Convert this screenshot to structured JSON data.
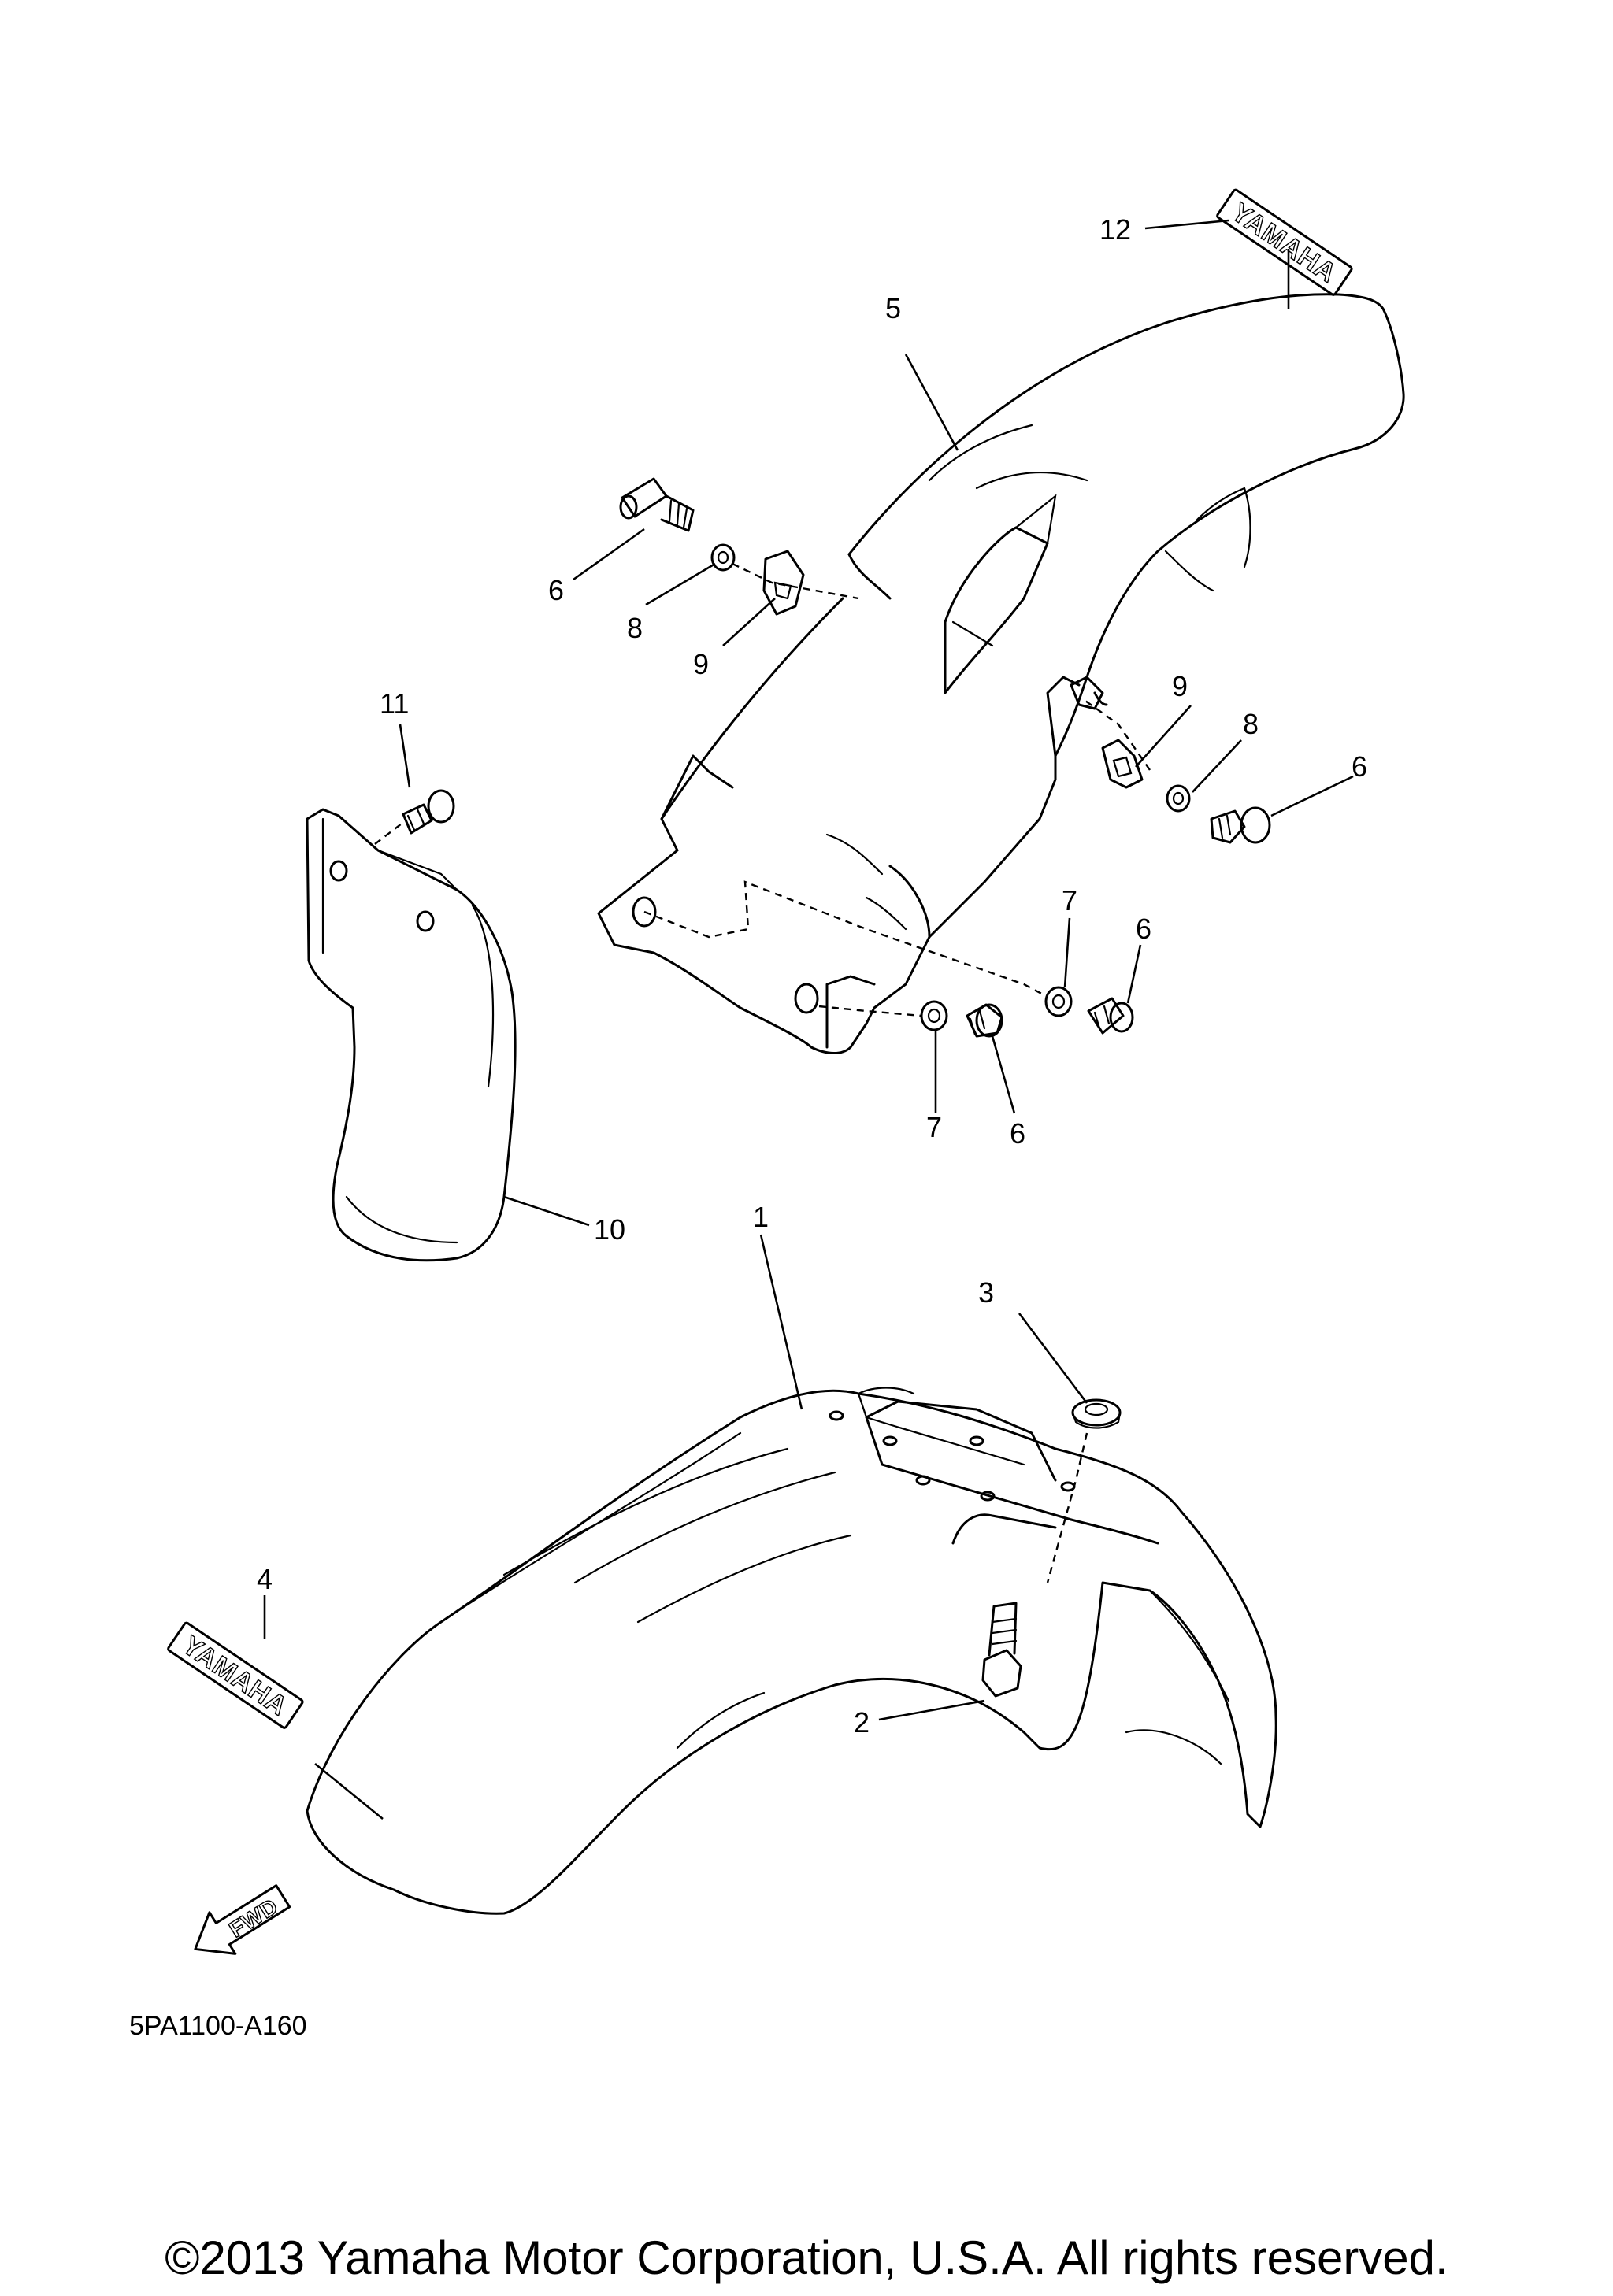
{
  "diagram_code": "5PA1100-A160",
  "copyright": "©2013 Yamaha Motor Corporation, U.S.A. All rights reserved.",
  "fwd_label": "FWD",
  "decal_text": "YAMAHA",
  "callouts": {
    "c1": "1",
    "c2": "2",
    "c3": "3",
    "c4": "4",
    "c5": "5",
    "c6a": "6",
    "c6b": "6",
    "c6c": "6",
    "c6d": "6",
    "c7a": "7",
    "c7b": "7",
    "c8a": "8",
    "c8b": "8",
    "c9a": "9",
    "c9b": "9",
    "c10": "10",
    "c11": "11",
    "c12": "12"
  }
}
